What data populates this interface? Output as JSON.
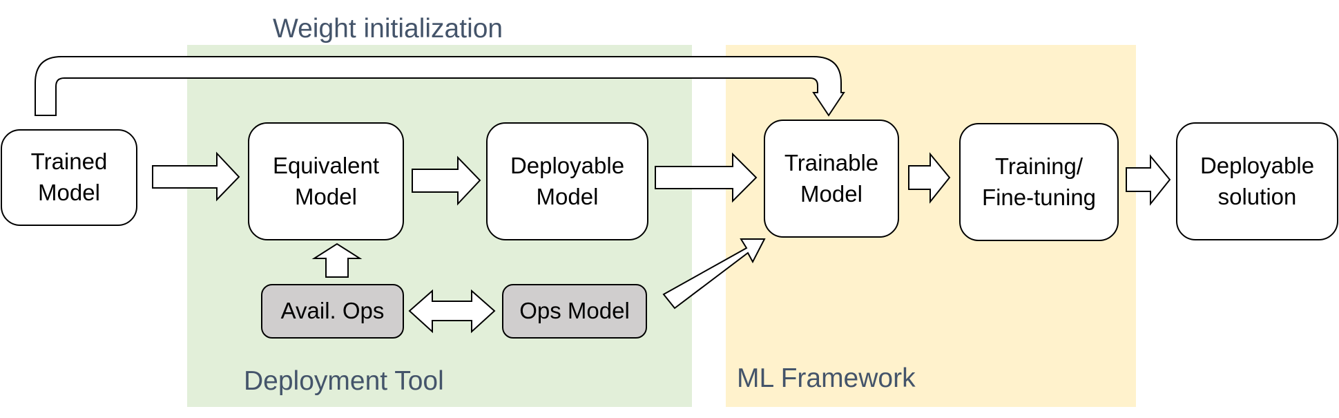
{
  "regions": {
    "deployment_tool": {
      "label": "Deployment Tool",
      "color": "#e2efd9"
    },
    "ml_framework": {
      "label": "ML Framework",
      "color": "#fff2cc"
    }
  },
  "weight_initialization_label": "Weight initialization",
  "label_color": "#44546a",
  "nodes": {
    "trained_model": "Trained\nModel",
    "equivalent_model": "Equivalent\nModel",
    "deployable_model": "Deployable\nModel",
    "trainable_model": "Trainable\nModel",
    "training_finetuning": "Training/\nFine-tuning",
    "deployable_solution": "Deployable\nsolution",
    "avail_ops": "Avail. Ops",
    "ops_model": "Ops Model"
  },
  "ops_box_color": "#d0cece"
}
